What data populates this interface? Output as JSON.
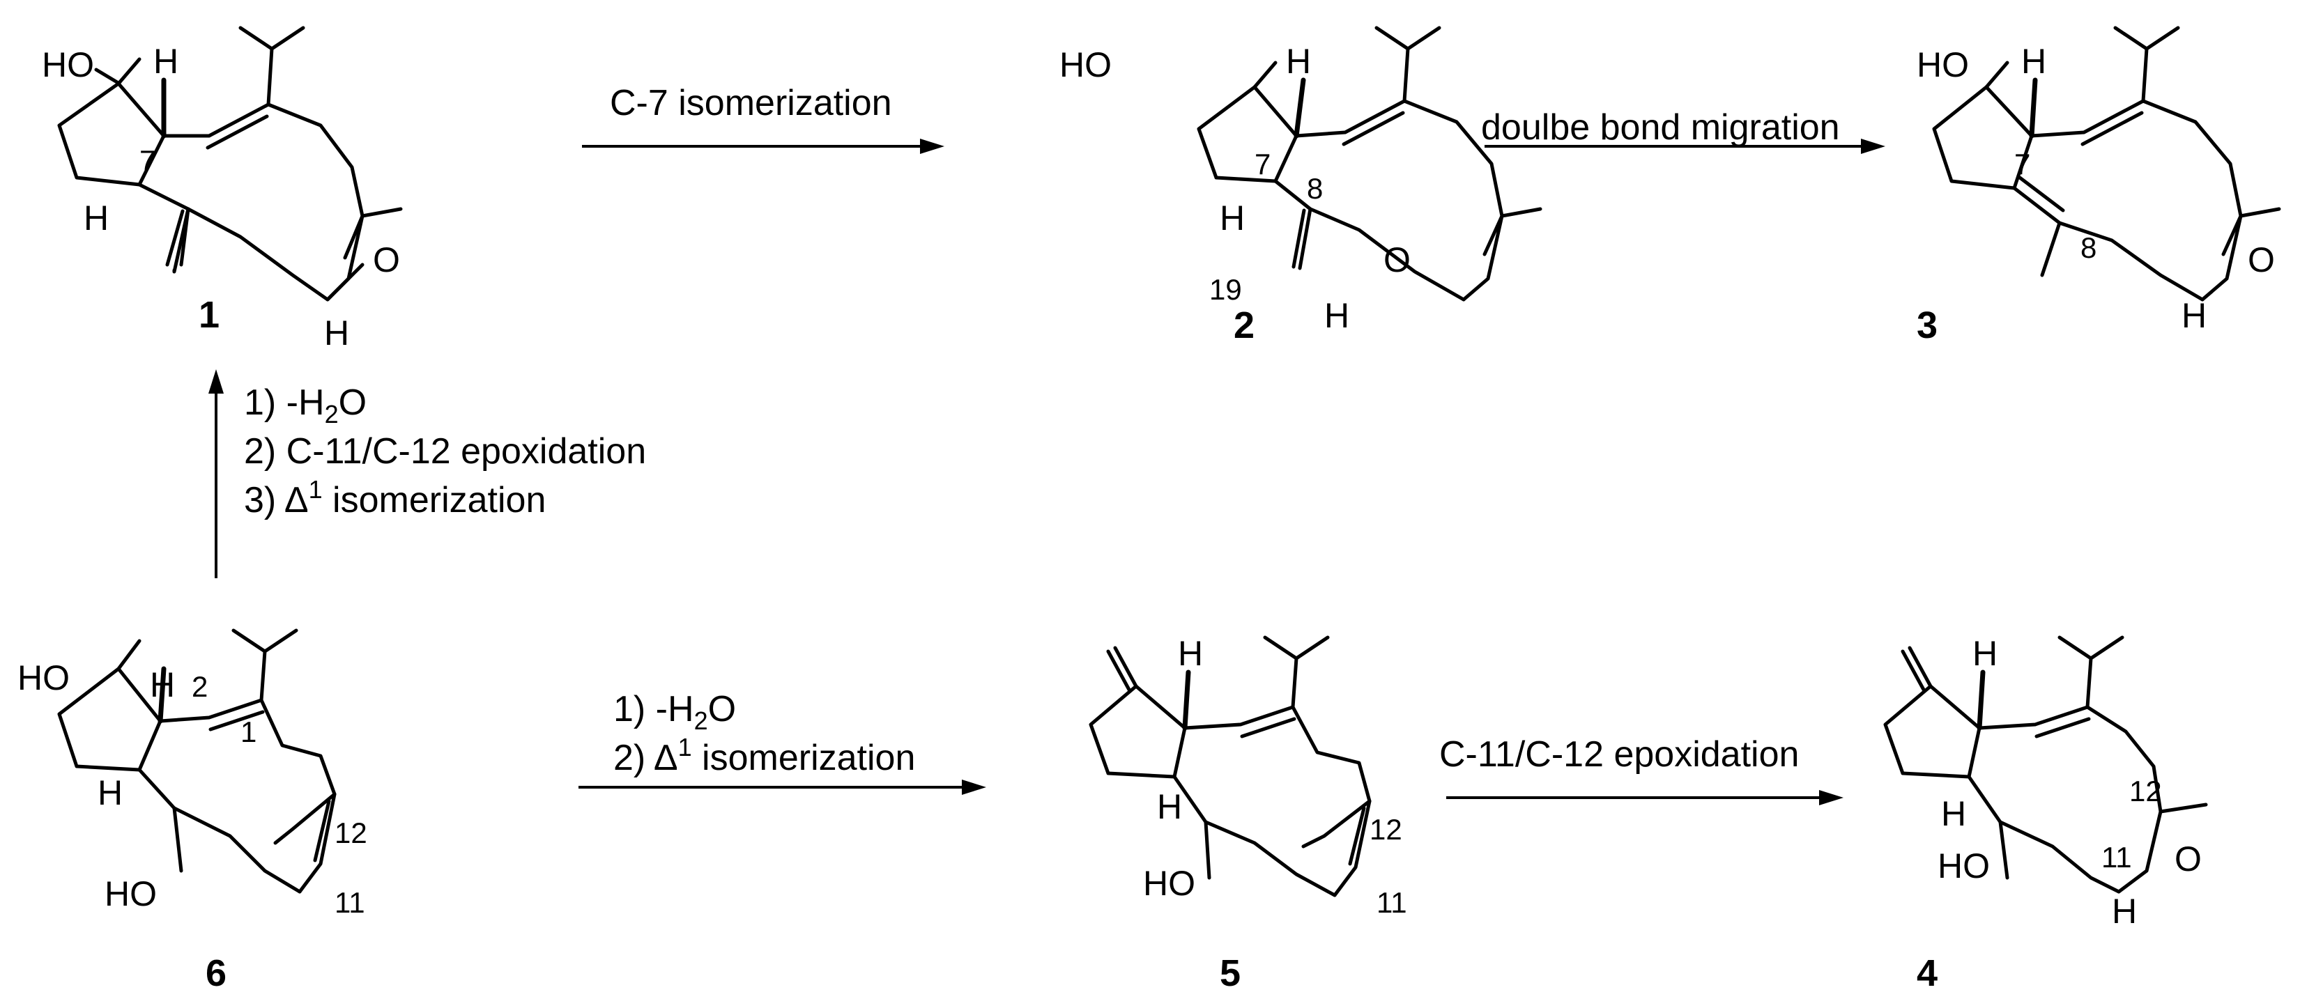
{
  "compounds": {
    "c1": "1",
    "c2": "2",
    "c3": "3",
    "c4": "4",
    "c5": "5",
    "c6": "6"
  },
  "atoms": {
    "HO": "HO",
    "H": "H",
    "O": "O"
  },
  "locants": {
    "n7": "7",
    "n8": "8",
    "n19": "19",
    "n1": "1",
    "n2": "2",
    "n11": "11",
    "n12": "12"
  },
  "arrows": {
    "a12": "C-7 isomerization",
    "a23": "doulbe bond migration",
    "a61": {
      "step1_pre": "1) -H",
      "step1_sub": "2",
      "step1_post": "O",
      "step2": "2) C-11/C-12 epoxidation",
      "step3_pre": "3)  Δ",
      "step3_sup": "1",
      "step3_post": " isomerization"
    },
    "a65": {
      "step1_pre": "1) -H",
      "step1_sub": "2",
      "step1_post": "O",
      "step2_pre": "2)  Δ",
      "step2_sup": "1",
      "step2_post": " isomerization"
    },
    "a54": "C-11/C-12 epoxidation"
  }
}
